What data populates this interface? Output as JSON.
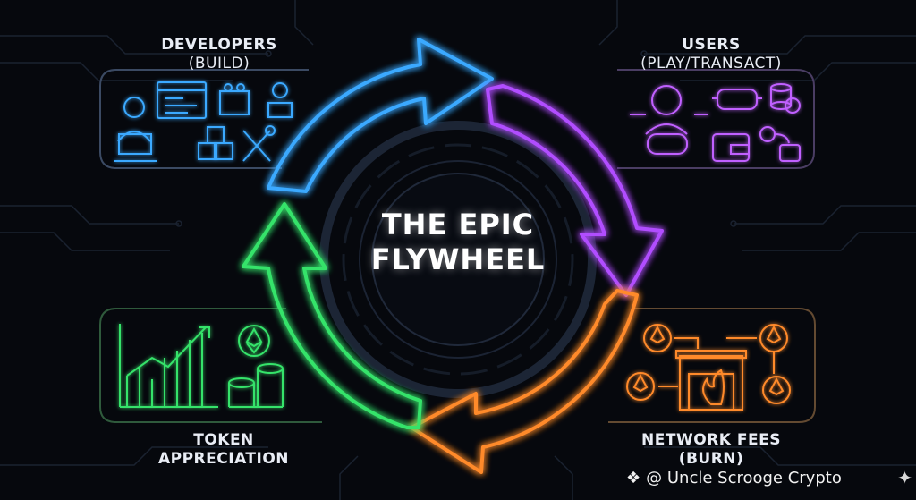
{
  "title_line1": "THE EPIC",
  "title_line2": "FLYWHEEL",
  "developers": {
    "title": "DEVELOPERS",
    "subtitle": "(BUILD)"
  },
  "users": {
    "title": "USERS",
    "subtitle": "(PLAY/TRANSACT)"
  },
  "network_fees": {
    "title": "NETWORK FEES",
    "subtitle": "(BURN)"
  },
  "token": {
    "line1": "TOKEN",
    "line2": "APPRECIATION"
  },
  "watermark": "@ Uncle Scrooge Crypto",
  "colors": {
    "blue": "#3aa9ff",
    "purple": "#b14dff",
    "orange": "#ff8a2a",
    "green": "#36e36a",
    "background": "#06080d"
  },
  "icons": {
    "developers": [
      "developer-laptop-icon",
      "code-window-icon",
      "blocks-icon",
      "person-laptop-icon",
      "cubes-icon",
      "wrench-screwdriver-icon"
    ],
    "users": [
      "gamer-icon",
      "vr-headset-icon",
      "coin-stack-icon",
      "controller-icon",
      "wallet-icon",
      "exchange-icon"
    ],
    "network_fees": [
      "eth-coin-icon",
      "furnace-icon",
      "flame-icon"
    ],
    "token": [
      "growth-chart-icon",
      "eth-coin-icon",
      "coin-stacks-icon"
    ]
  }
}
